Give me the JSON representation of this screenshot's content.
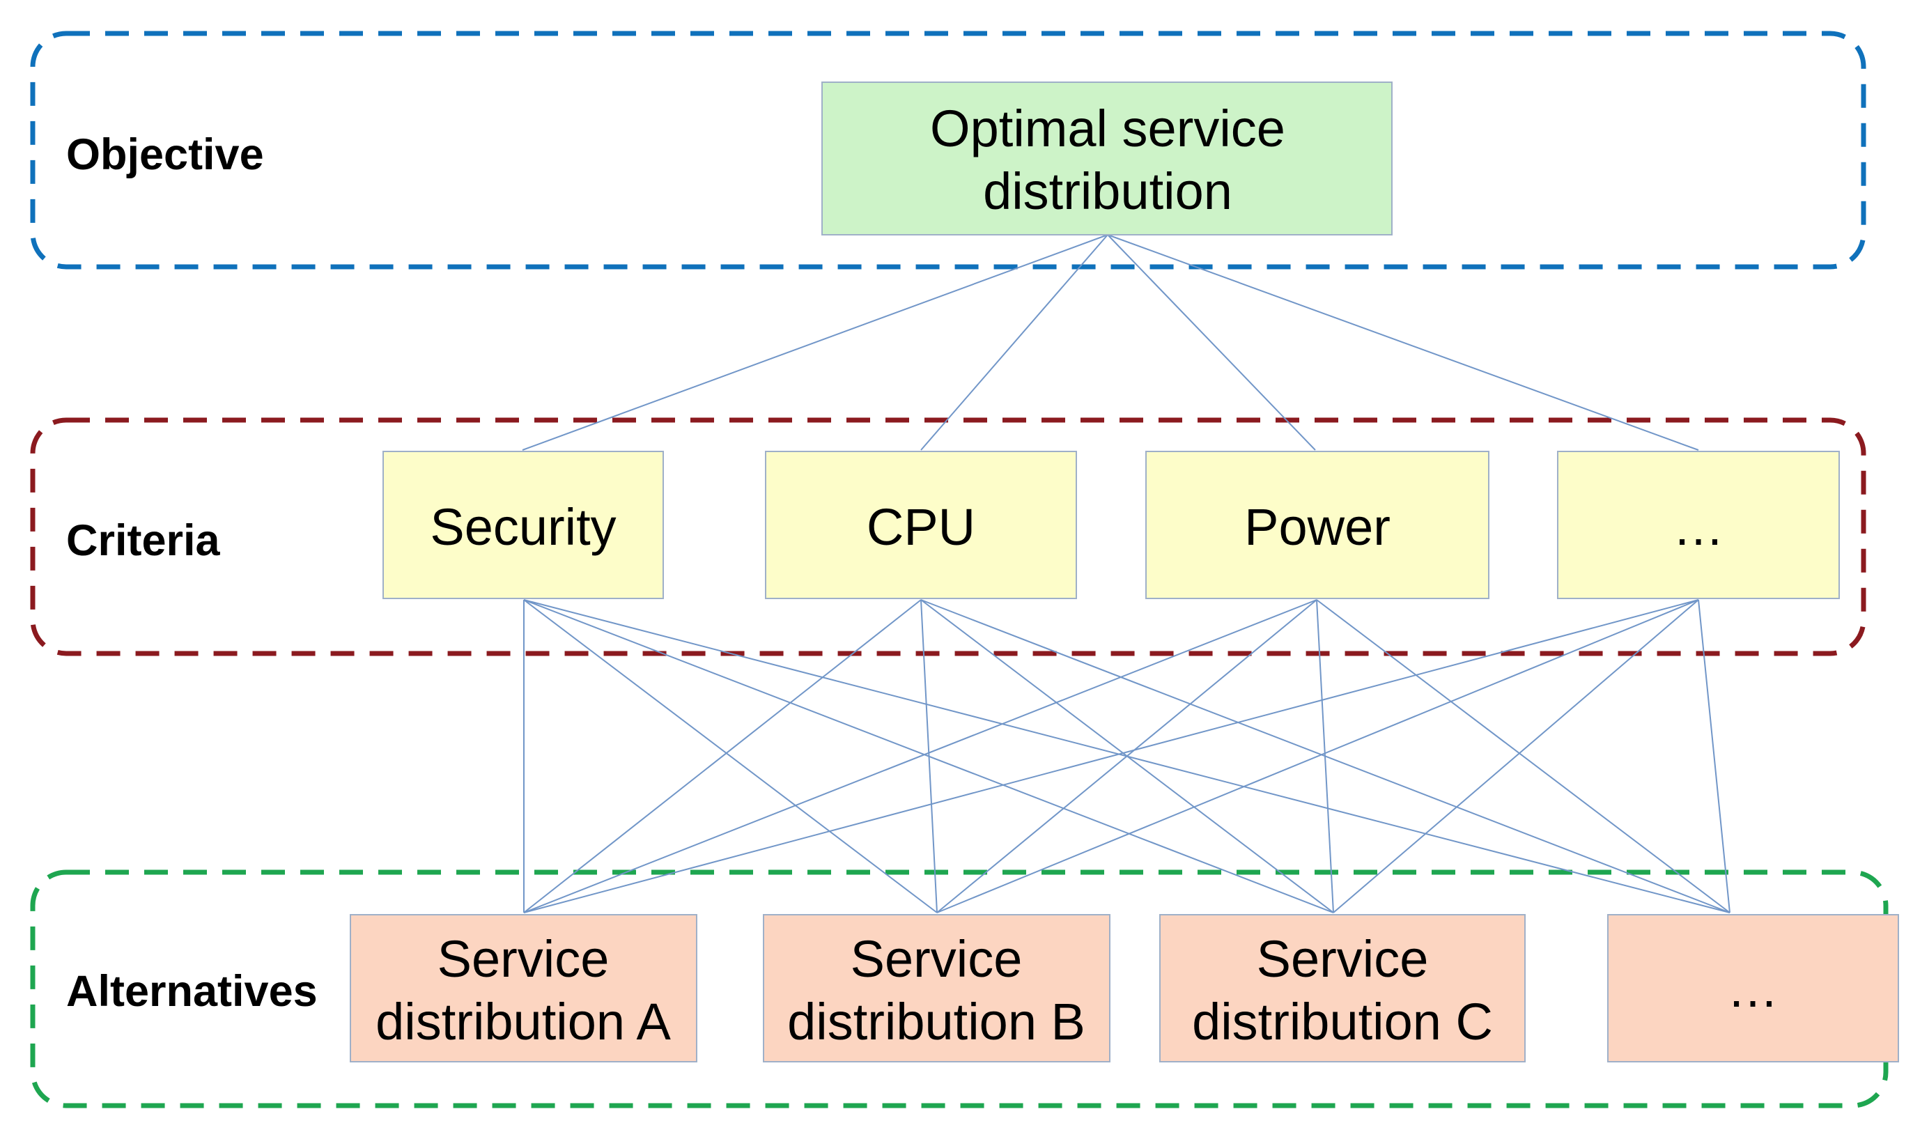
{
  "colors": {
    "objective_frame": "#0f71bb",
    "criteria_frame": "#8b1a1f",
    "alternatives_frame": "#1ea650",
    "objective_fill": "#cdf3c8",
    "criteria_fill": "#fdfdc9",
    "alternatives_fill": "#fcd5c1",
    "connector": "#7196c8"
  },
  "levels": {
    "objective": "Objective",
    "criteria": "Criteria",
    "alternatives": "Alternatives"
  },
  "objective": {
    "lines": [
      "Optimal service",
      "distribution"
    ]
  },
  "criteria": [
    {
      "id": "security",
      "lines": [
        "Security"
      ]
    },
    {
      "id": "cpu",
      "lines": [
        "CPU"
      ]
    },
    {
      "id": "power",
      "lines": [
        "Power"
      ]
    },
    {
      "id": "more",
      "lines": [
        "…"
      ]
    }
  ],
  "alternatives": [
    {
      "id": "a",
      "lines": [
        "Service",
        "distribution A"
      ]
    },
    {
      "id": "b",
      "lines": [
        "Service",
        "distribution B"
      ]
    },
    {
      "id": "c",
      "lines": [
        "Service",
        "distribution C"
      ]
    },
    {
      "id": "more",
      "lines": [
        "…"
      ]
    }
  ]
}
